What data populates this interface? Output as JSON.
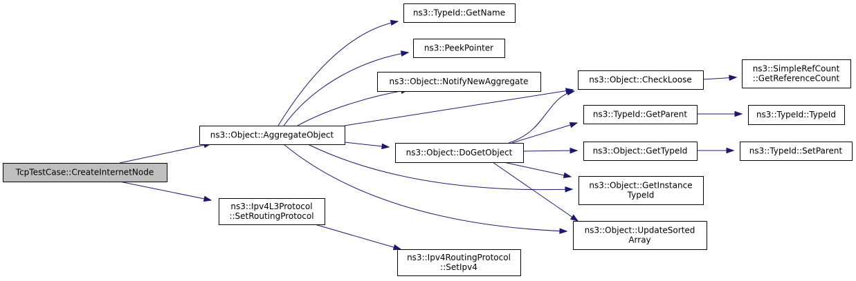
{
  "colors": {
    "edge": "#191970",
    "node_fill": "#ffffff",
    "root_fill": "#bfbfbf",
    "border": "#000000"
  },
  "nodes": [
    {
      "id": "root",
      "lines": [
        "TcpTestCase::CreateInternetNode"
      ]
    },
    {
      "id": "aggregate",
      "lines": [
        "ns3::Object::AggregateObject"
      ]
    },
    {
      "id": "setrouting",
      "lines": [
        "ns3::Ipv4L3Protocol",
        "::SetRoutingProtocol"
      ]
    },
    {
      "id": "getname",
      "lines": [
        "ns3::TypeId::GetName"
      ]
    },
    {
      "id": "peek",
      "lines": [
        "ns3::PeekPointer"
      ]
    },
    {
      "id": "notify",
      "lines": [
        "ns3::Object::NotifyNewAggregate"
      ]
    },
    {
      "id": "dogetobject",
      "lines": [
        "ns3::Object::DoGetObject"
      ]
    },
    {
      "id": "setipv4",
      "lines": [
        "ns3::Ipv4RoutingProtocol",
        "::SetIpv4"
      ]
    },
    {
      "id": "checkloose",
      "lines": [
        "ns3::Object::CheckLoose"
      ]
    },
    {
      "id": "getparent",
      "lines": [
        "ns3::TypeId::GetParent"
      ]
    },
    {
      "id": "gettypeid",
      "lines": [
        "ns3::Object::GetTypeId"
      ]
    },
    {
      "id": "getinstance",
      "lines": [
        "ns3::Object::GetInstance",
        "TypeId"
      ]
    },
    {
      "id": "updatesorted",
      "lines": [
        "ns3::Object::UpdateSorted",
        "Array"
      ]
    },
    {
      "id": "getrefcount",
      "lines": [
        "ns3::SimpleRefCount",
        "::GetReferenceCount"
      ]
    },
    {
      "id": "typeidctor",
      "lines": [
        "ns3::TypeId::TypeId"
      ]
    },
    {
      "id": "setparent",
      "lines": [
        "ns3::TypeId::SetParent"
      ]
    }
  ],
  "edges": [
    {
      "from": "root",
      "to": "aggregate"
    },
    {
      "from": "root",
      "to": "setrouting"
    },
    {
      "from": "aggregate",
      "to": "getname"
    },
    {
      "from": "aggregate",
      "to": "peek"
    },
    {
      "from": "aggregate",
      "to": "notify"
    },
    {
      "from": "aggregate",
      "to": "checkloose"
    },
    {
      "from": "aggregate",
      "to": "dogetobject"
    },
    {
      "from": "aggregate",
      "to": "getinstance"
    },
    {
      "from": "aggregate",
      "to": "updatesorted"
    },
    {
      "from": "setrouting",
      "to": "setipv4"
    },
    {
      "from": "dogetobject",
      "to": "checkloose"
    },
    {
      "from": "dogetobject",
      "to": "getparent"
    },
    {
      "from": "dogetobject",
      "to": "gettypeid"
    },
    {
      "from": "dogetobject",
      "to": "getinstance"
    },
    {
      "from": "dogetobject",
      "to": "updatesorted"
    },
    {
      "from": "checkloose",
      "to": "getrefcount"
    },
    {
      "from": "getparent",
      "to": "typeidctor"
    },
    {
      "from": "gettypeid",
      "to": "setparent"
    }
  ]
}
